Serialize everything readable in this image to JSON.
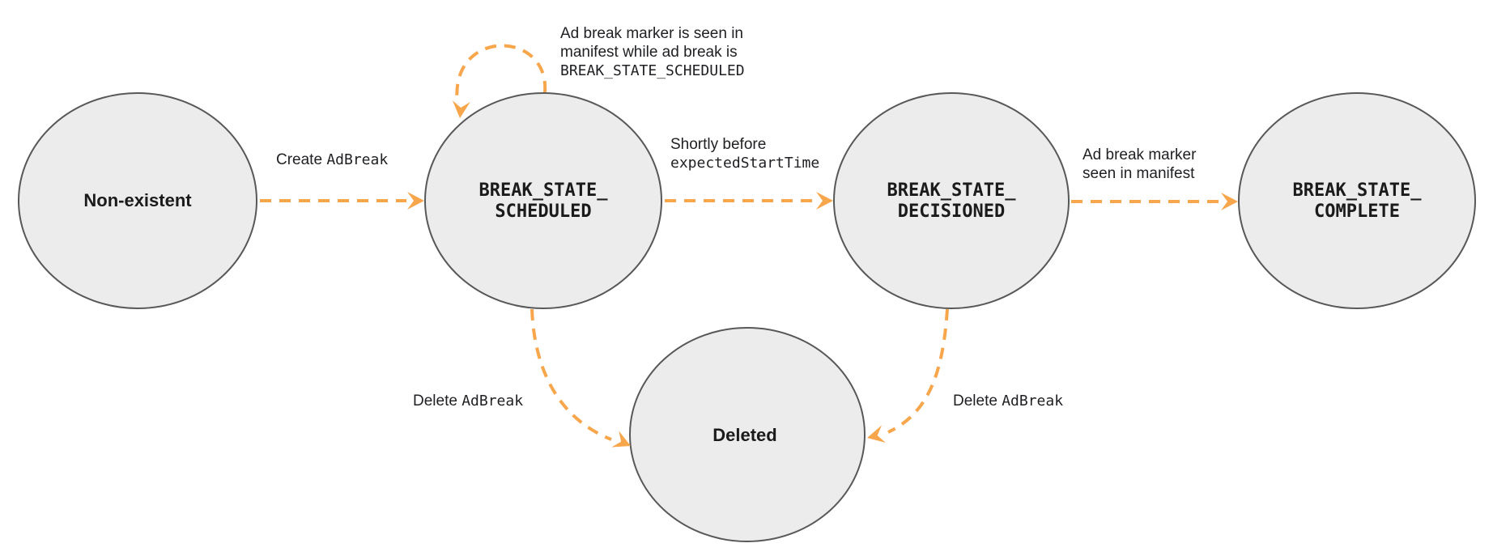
{
  "colors": {
    "arrow": "#F8A64C",
    "node_fill": "#ECECEC",
    "node_stroke": "#57585A",
    "text": "#202124"
  },
  "nodes": {
    "non_existent": {
      "label": "Non-existent"
    },
    "scheduled": {
      "line1": "BREAK_STATE_",
      "line2": "SCHEDULED"
    },
    "decisioned": {
      "line1": "BREAK_STATE_",
      "line2": "DECISIONED"
    },
    "complete": {
      "line1": "BREAK_STATE_",
      "line2": "COMPLETE"
    },
    "deleted": {
      "label": "Deleted"
    }
  },
  "edges": {
    "create": {
      "plain": "Create",
      "code": "AdBreak"
    },
    "self_loop": {
      "line1": "Ad break marker is seen in",
      "line2": "manifest while ad break is",
      "line3_code": "BREAK_STATE_SCHEDULED"
    },
    "shortly_before": {
      "line1": "Shortly before",
      "line2_code": "expectedStartTime"
    },
    "marker_seen": {
      "line1": "Ad break marker",
      "line2": "seen in manifest"
    },
    "delete_from_scheduled": {
      "plain": "Delete",
      "code": "AdBreak"
    },
    "delete_from_decisioned": {
      "plain": "Delete",
      "code": "AdBreak"
    }
  }
}
